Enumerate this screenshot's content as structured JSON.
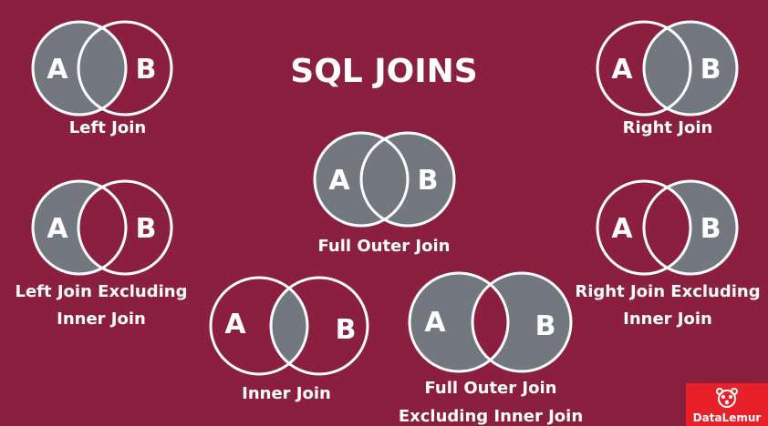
{
  "title": "SQL JOINS",
  "colors": {
    "background": "#8a1f40",
    "shaded": "#737880",
    "outline": "#ffffff",
    "logo": "#e8202a"
  },
  "set_labels": {
    "a": "A",
    "b": "B"
  },
  "diagrams": {
    "left_join": {
      "label": "Left Join"
    },
    "right_join": {
      "label": "Right Join"
    },
    "full_outer_join": {
      "label": "Full Outer Join"
    },
    "left_join_excluding": {
      "label_line1": "Left Join Excluding",
      "label_line2": "Inner Join"
    },
    "right_join_excluding": {
      "label_line1": "Right Join Excluding",
      "label_line2": "Inner Join"
    },
    "inner_join": {
      "label": "Inner Join"
    },
    "full_outer_excluding": {
      "label_line1": "Full Outer Join",
      "label_line2": "Excluding Inner Join"
    }
  },
  "logo": {
    "text": "DataLemur",
    "icon": "lemur-icon"
  }
}
